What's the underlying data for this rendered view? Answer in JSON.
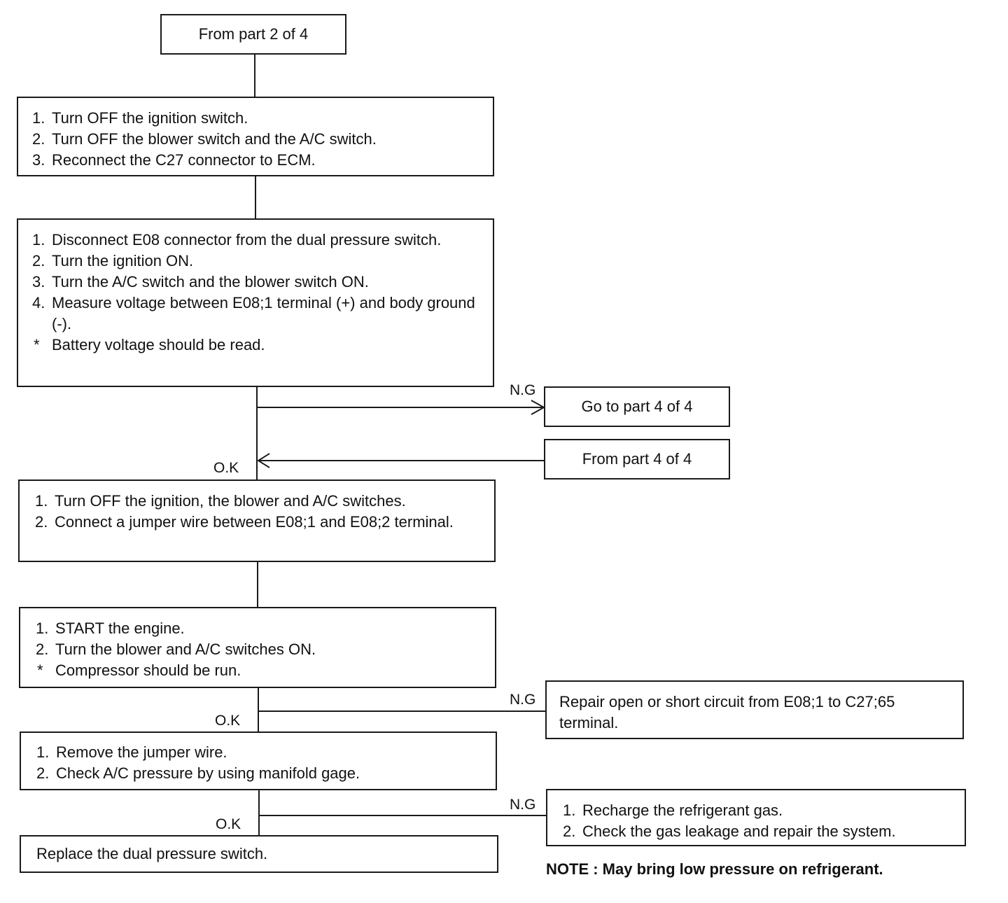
{
  "start_box": {
    "text": "From part 2 of 4"
  },
  "step1": {
    "items": [
      {
        "num": "1.",
        "text": "Turn OFF the ignition switch."
      },
      {
        "num": "2.",
        "text": "Turn OFF the blower switch and the A/C switch."
      },
      {
        "num": "3.",
        "text": "Reconnect the C27 connector to ECM."
      }
    ]
  },
  "step2": {
    "items": [
      {
        "num": "1.",
        "text": "Disconnect E08 connector from the dual pressure switch."
      },
      {
        "num": "2.",
        "text": "Turn the ignition ON."
      },
      {
        "num": "3.",
        "text": "Turn the A/C switch and the blower switch ON."
      },
      {
        "num": "4.",
        "text": "Measure voltage between E08;1 terminal (+) and body ground (-)."
      },
      {
        "num": "*",
        "text": "Battery voltage should be read."
      }
    ]
  },
  "goto_part4": {
    "text": "Go to part 4 of 4"
  },
  "from_part4": {
    "text": "From part 4 of 4"
  },
  "step3": {
    "items": [
      {
        "num": "1.",
        "text": "Turn OFF the ignition, the blower and A/C switches."
      },
      {
        "num": "2.",
        "text": "Connect a jumper wire between E08;1 and E08;2 terminal."
      }
    ]
  },
  "step4": {
    "items": [
      {
        "num": "1.",
        "text": "START the engine."
      },
      {
        "num": "2.",
        "text": "Turn the blower and A/C switches ON."
      },
      {
        "num": "*",
        "text": "Compressor should be run."
      }
    ]
  },
  "repair_box": {
    "text": "Repair open or short circuit from E08;1 to C27;65 terminal."
  },
  "step5": {
    "items": [
      {
        "num": "1.",
        "text": "Remove the jumper wire."
      },
      {
        "num": "2.",
        "text": "Check A/C pressure by using manifold gage."
      }
    ]
  },
  "recharge_box": {
    "items": [
      {
        "num": "1.",
        "text": "Recharge the refrigerant gas."
      },
      {
        "num": "2.",
        "text": "Check the gas leakage and repair the system."
      }
    ]
  },
  "replace_box": {
    "text": "Replace the dual pressure switch."
  },
  "labels": {
    "ng1": "N.G",
    "ok1": "O.K",
    "ng2": "N.G",
    "ok2": "O.K",
    "ng3": "N.G",
    "ok3": "O.K"
  },
  "note": {
    "text": "NOTE : May bring low pressure on refrigerant."
  }
}
